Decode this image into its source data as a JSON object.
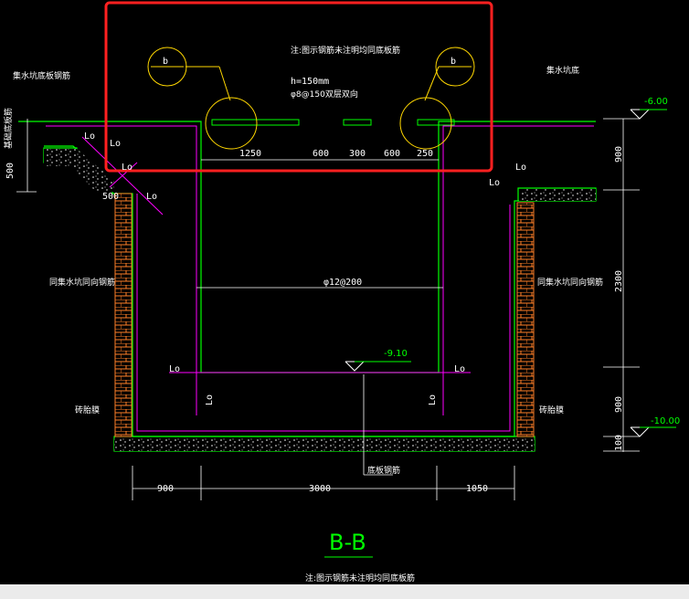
{
  "notes": {
    "top_note": "注:图示钢筋未注明均同底板筋",
    "bottom_note": "注:图示钢筋未注明均同底板筋",
    "thickness": "h=150mm",
    "bars": "φ8@150双层双向",
    "mid_bar": "φ12@200"
  },
  "labels": {
    "left_top": "集水坑底板钢筋",
    "right_top": "集水坑底",
    "left_vert": "基础底板筋",
    "left_wall": "同集水坑同向钢筋",
    "right_wall": "同集水坑同向钢筋",
    "left_brick": "砖胎膜",
    "right_brick": "砖胎膜",
    "bottom_center": "底板钢筋",
    "section_title": "B-B",
    "detail_marker": "b",
    "la": "Lo"
  },
  "elevations": {
    "top_right": "-6.00",
    "center": "-9.10",
    "bottom_right": "-10.00"
  },
  "dims": {
    "top": [
      "1250",
      "600",
      "300",
      "600",
      "250"
    ],
    "bottom": [
      "900",
      "3000",
      "1050"
    ],
    "right": [
      "900",
      "2300",
      "900",
      "100"
    ],
    "left": [
      "500"
    ],
    "inner_500": "500"
  },
  "colors": {
    "green": "#00ff00",
    "magenta": "#ff00ff",
    "white": "#ffffff",
    "red": "#ff2020",
    "yellow": "#ffd700",
    "orange": "#ff7f27"
  }
}
